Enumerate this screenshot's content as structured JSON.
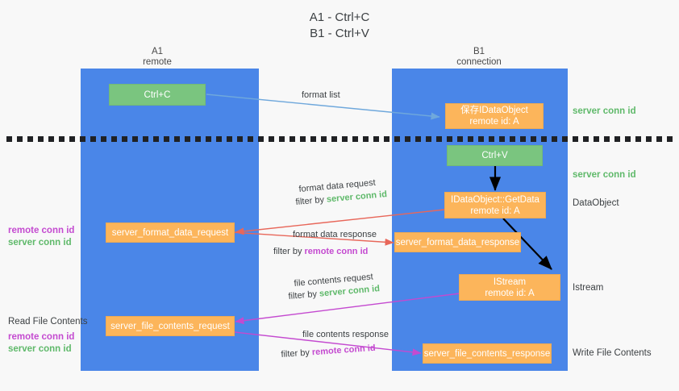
{
  "title": {
    "line1": "A1 - Ctrl+C",
    "line2": "B1 - Ctrl+V"
  },
  "columns": [
    {
      "name": "A1",
      "sub": "remote"
    },
    {
      "name": "B1",
      "sub": "connection"
    }
  ],
  "nodes": {
    "ctrl_c": {
      "line1": "Ctrl+C",
      "line2": "",
      "color": "#7ac57f"
    },
    "save_idataobject": {
      "line1": "保存IDataObject",
      "line2": "remote id: A",
      "color": "#fcb55b"
    },
    "ctrl_v": {
      "line1": "Ctrl+V",
      "line2": "",
      "color": "#7ac57f"
    },
    "getdata": {
      "line1": "IDataObject::GetData",
      "line2": "remote id: A",
      "color": "#fcb55b"
    },
    "istream": {
      "line1": "IStream",
      "line2": "remote id: A",
      "color": "#fcb55b"
    },
    "server_format_data_request": {
      "line1": "server_format_data_request",
      "line2": "",
      "color": "#fcb55b"
    },
    "server_format_data_response": {
      "line1": "server_format_data_response",
      "line2": "",
      "color": "#fcb55b"
    },
    "server_file_contents_request": {
      "line1": "server_file_contents_request",
      "line2": "",
      "color": "#fcb55b"
    },
    "server_file_contents_response": {
      "line1": "server_file_contents_response",
      "line2": "",
      "color": "#fcb55b"
    }
  },
  "right_labels": {
    "server_conn_id_top": "server conn id",
    "server_conn_id_mid": "server conn id",
    "dataobject": "DataObject",
    "istream": "Istream",
    "write_file_contents": "Write File Contents"
  },
  "left_labels": {
    "remote_conn_id_1": "remote conn id",
    "server_conn_id_1": "server conn id",
    "read_file_contents": "Read File Contents",
    "remote_conn_id_2": "remote conn id",
    "server_conn_id_2": "server conn id"
  },
  "edge_labels": {
    "format_list": "format list",
    "format_data_request": "format data request",
    "format_data_request_filter_prefix": "filter by ",
    "format_data_request_filter_value": "server conn id",
    "format_data_response": "format data response",
    "format_data_response_filter_prefix": "filter by ",
    "format_data_response_filter_value": "remote conn id",
    "file_contents_request": "file contents request",
    "file_contents_request_filter_prefix": "filter by ",
    "file_contents_request_filter_value": "server conn id",
    "file_contents_response": "file contents response",
    "file_contents_response_filter_prefix": "filter by ",
    "file_contents_response_filter_value": "remote conn id"
  },
  "colors": {
    "lane": "#4a86e8",
    "green_node": "#7ac57f",
    "orange_node": "#fcb55b",
    "green_text": "#5fb96a",
    "magenta_text": "#c44ad0",
    "edge_blue": "#6fa8dc",
    "edge_red": "#e8675a",
    "edge_magenta": "#c44ad0",
    "edge_black": "#000000",
    "background": "#f8f8f8"
  }
}
